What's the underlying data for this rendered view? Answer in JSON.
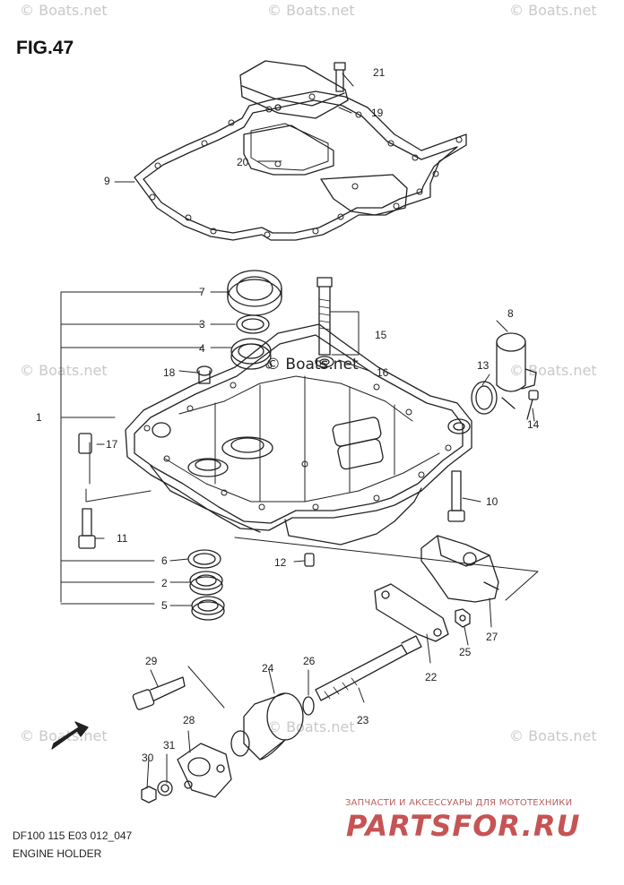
{
  "figure": {
    "title": "FIG.47",
    "code": "DF100 115 E03 012_047",
    "name": "ENGINE HOLDER"
  },
  "watermark": {
    "text": "© Boats.net",
    "dark_text": "© Boats.net"
  },
  "brand": {
    "subtitle": "ЗАПЧАСТИ И АКСЕССУАРЫ ДЛЯ МОТОТЕХНИКИ",
    "logo_text": "PARTSFOR.RU",
    "color": "#c65454"
  },
  "arrow_label": "FWD",
  "callouts": {
    "c1": "1",
    "c2": "2",
    "c3": "3",
    "c4": "4",
    "c5": "5",
    "c6": "6",
    "c7": "7",
    "c8": "8",
    "c9": "9",
    "c10": "10",
    "c11": "11",
    "c12": "12",
    "c13": "13",
    "c14": "14",
    "c15": "15",
    "c16": "16",
    "c17": "17",
    "c18": "18",
    "c19": "19",
    "c20": "20",
    "c21": "21",
    "c22": "22",
    "c23": "23",
    "c24": "24",
    "c25": "25",
    "c26": "26",
    "c27": "27",
    "c28": "28",
    "c29": "29",
    "c30": "30",
    "c31": "31"
  }
}
